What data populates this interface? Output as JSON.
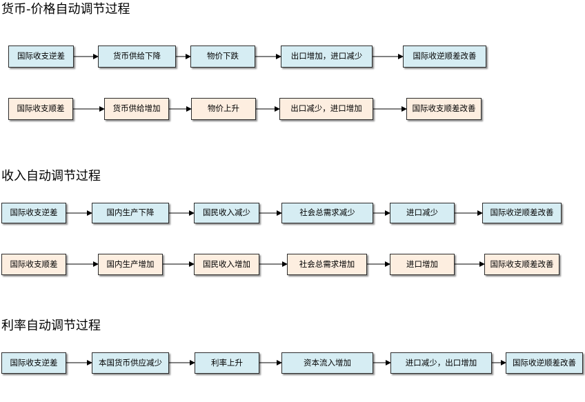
{
  "sections": [
    {
      "title": "货币-价格自动调节过程",
      "rows": [
        {
          "type": "deficit",
          "boxes": [
            "国际收支逆差",
            "货币供给下降",
            "物价下跌",
            "出口增加，进口减少",
            "国际收逆顺差改善"
          ]
        },
        {
          "type": "surplus",
          "boxes": [
            "国际收支顺差",
            "货币供给增加",
            "物价上升",
            "出口减少，进口增加",
            "国际收支顺差改善"
          ]
        }
      ]
    },
    {
      "title": "收入自动调节过程",
      "rows": [
        {
          "type": "deficit",
          "boxes": [
            "国际收支逆差",
            "国内生产下降",
            "国民收入减少",
            "社会总需求减少",
            "进口减少",
            "国际收逆顺差改善"
          ]
        },
        {
          "type": "surplus",
          "boxes": [
            "国际收支顺差",
            "国内生产增加",
            "国民收入增加",
            "社会总需求增加",
            "进口增加",
            "国际收支顺差改善"
          ]
        }
      ]
    },
    {
      "title": "利率自动调节过程",
      "rows": [
        {
          "type": "deficit",
          "boxes": [
            "国际收支逆差",
            "本国货币供应减少",
            "利率上升",
            "资本流入增加",
            "进口减少，出口增加",
            "国际收逆顺差改善"
          ]
        }
      ]
    }
  ],
  "colors": {
    "deficit_fill": "#d6edf3",
    "surplus_fill": "#fdeee0",
    "border": "#2b2b2b",
    "arrow": "#000000"
  }
}
